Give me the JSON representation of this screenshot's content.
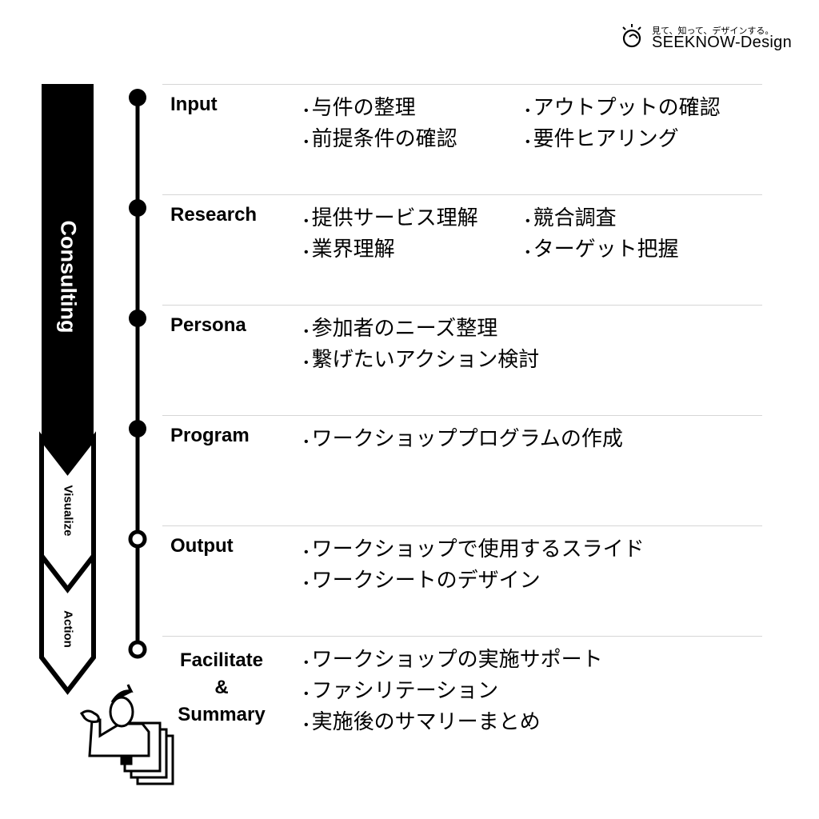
{
  "logo": {
    "tagline": "見て、知って、デザインする。",
    "name": "SEEKNOW-Design"
  },
  "phases": [
    {
      "label": "Consulting"
    },
    {
      "label": "Visualize"
    },
    {
      "label": "Action"
    }
  ],
  "steps": [
    {
      "title": "Input",
      "filled": true,
      "col1": [
        "与件の整理",
        "前提条件の確認"
      ],
      "col2": [
        "アウトプットの確認",
        "要件ヒアリング"
      ]
    },
    {
      "title": "Research",
      "filled": true,
      "col1": [
        "提供サービス理解",
        "業界理解"
      ],
      "col2": [
        "競合調査",
        "ターゲット把握"
      ]
    },
    {
      "title": "Persona",
      "filled": true,
      "col1": [
        "参加者のニーズ整理",
        "繋げたいアクション検討"
      ],
      "col2": []
    },
    {
      "title": "Program",
      "filled": true,
      "col1": [
        "ワークショッププログラムの作成"
      ],
      "col2": []
    },
    {
      "title": "Output",
      "filled": false,
      "col1": [
        "ワークショップで使用するスライド",
        "ワークシートのデザイン"
      ],
      "col2": []
    },
    {
      "title_lines": [
        "Facilitate",
        "&",
        "Summary"
      ],
      "filled": false,
      "col1": [
        "ワークショップの実施サポート",
        "ファシリテーション",
        "実施後のサマリーまとめ"
      ],
      "col2": []
    }
  ]
}
